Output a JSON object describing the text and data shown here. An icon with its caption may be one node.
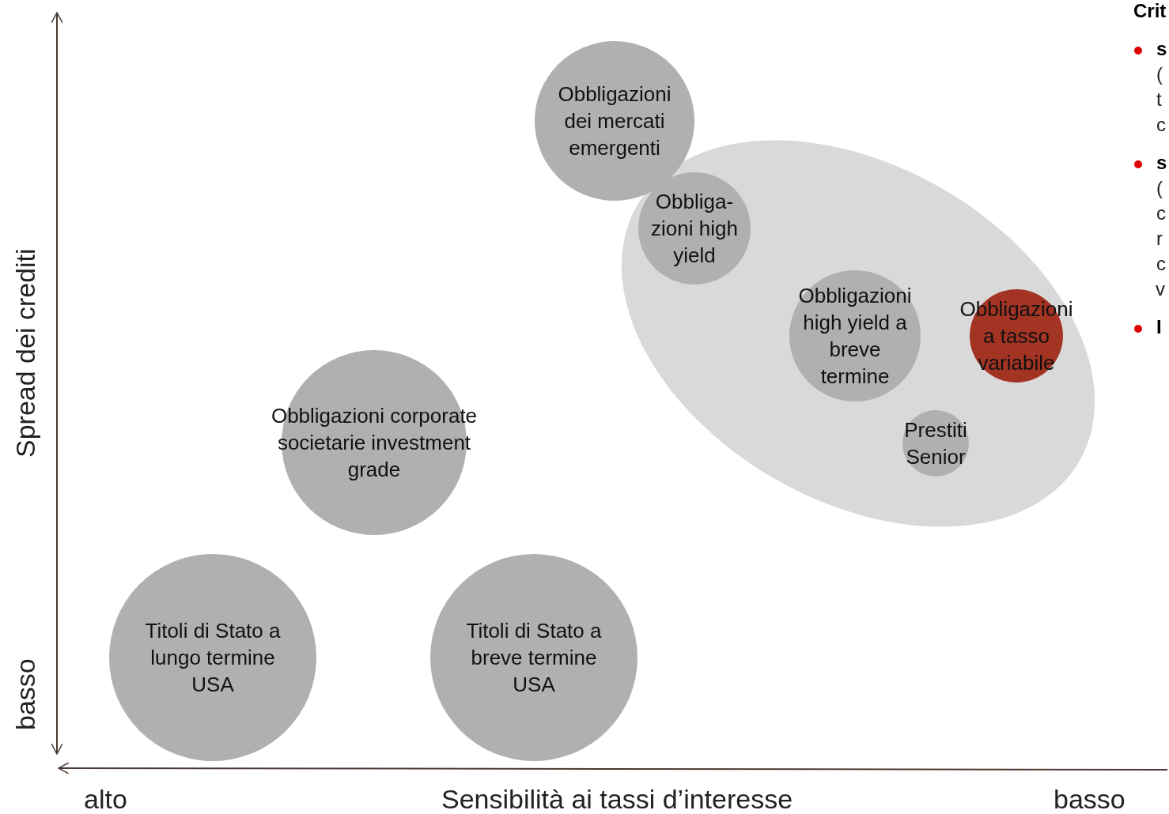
{
  "diagram": {
    "nodes": [
      {
        "text": [],
        "shape": "ellipse"
      },
      {
        "text": [
          "Obbligazioni dei mercati emergenti"
        ]
      },
      {
        "text": [
          "Obbliga- zioni high yield"
        ],
        "in": 0
      },
      {
        "text": [
          "Obbligazioni high yield a breve termine"
        ],
        "in": 0
      },
      {
        "text": [
          "Obbligazioni a tasso variabile"
        ],
        "in": 0
      },
      {
        "text": [
          "Prestiti Senior"
        ],
        "in": 0
      },
      {
        "text": [
          "Obbligazioni corporate societarie investment grade"
        ]
      },
      {
        "text": [
          "Titoli di Stato a lungo termine USA"
        ]
      },
      {
        "text": [
          "Titoli di Stato a breve termine USA"
        ]
      }
    ],
    "edges": [],
    "labels": [
      "Crit",
      "s",
      "(",
      "t",
      "c",
      "s",
      "(",
      "c",
      "r",
      "c",
      "v",
      "I",
      "Spread dei crediti",
      "basso",
      "alto",
      "Sensibilità ai tassi d’interesse",
      "basso"
    ]
  }
}
